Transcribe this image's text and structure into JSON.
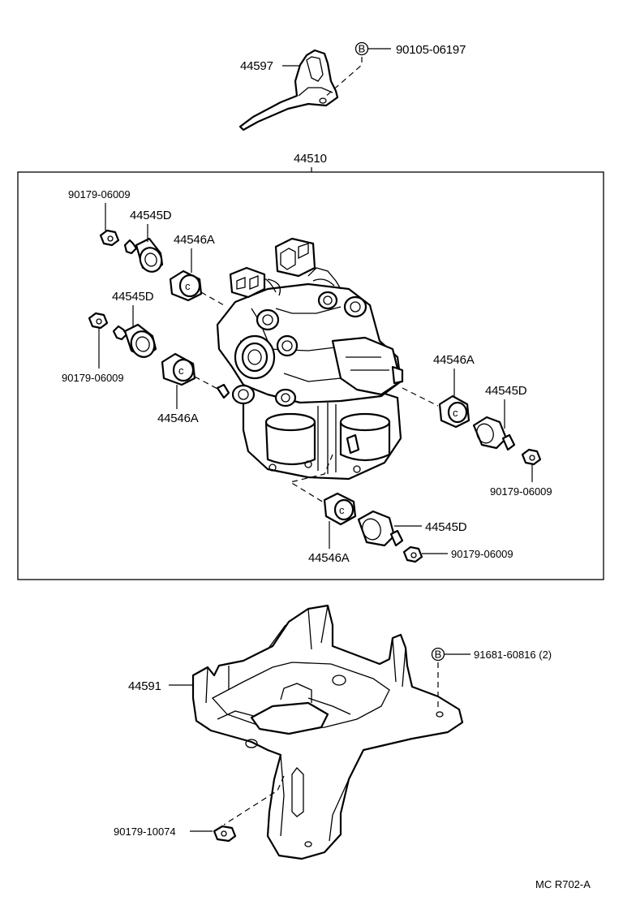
{
  "diagram": {
    "labels": {
      "bracket_top": "44597",
      "bolt_top": "90105-06197",
      "bolt_top_marker": "B",
      "actuator_assembly": "44510",
      "bolt_ul": "90179-06009",
      "union_ul": "44545D",
      "cap_ul": "44546A",
      "union_ml": "44545D",
      "bolt_ml": "90179-06009",
      "cap_ml": "44546A",
      "cap_r": "44546A",
      "union_r": "44545D",
      "bolt_r": "90179-06009",
      "union_b": "44545D",
      "cap_b": "44546A",
      "bolt_b": "90179-06009",
      "bracket_main": "44591",
      "bolt_bracket_marker": "B",
      "bolt_bracket": "91681-60816 (2)",
      "nut_bottom": "90179-10074",
      "drawing_code": "MC R702-A"
    }
  }
}
